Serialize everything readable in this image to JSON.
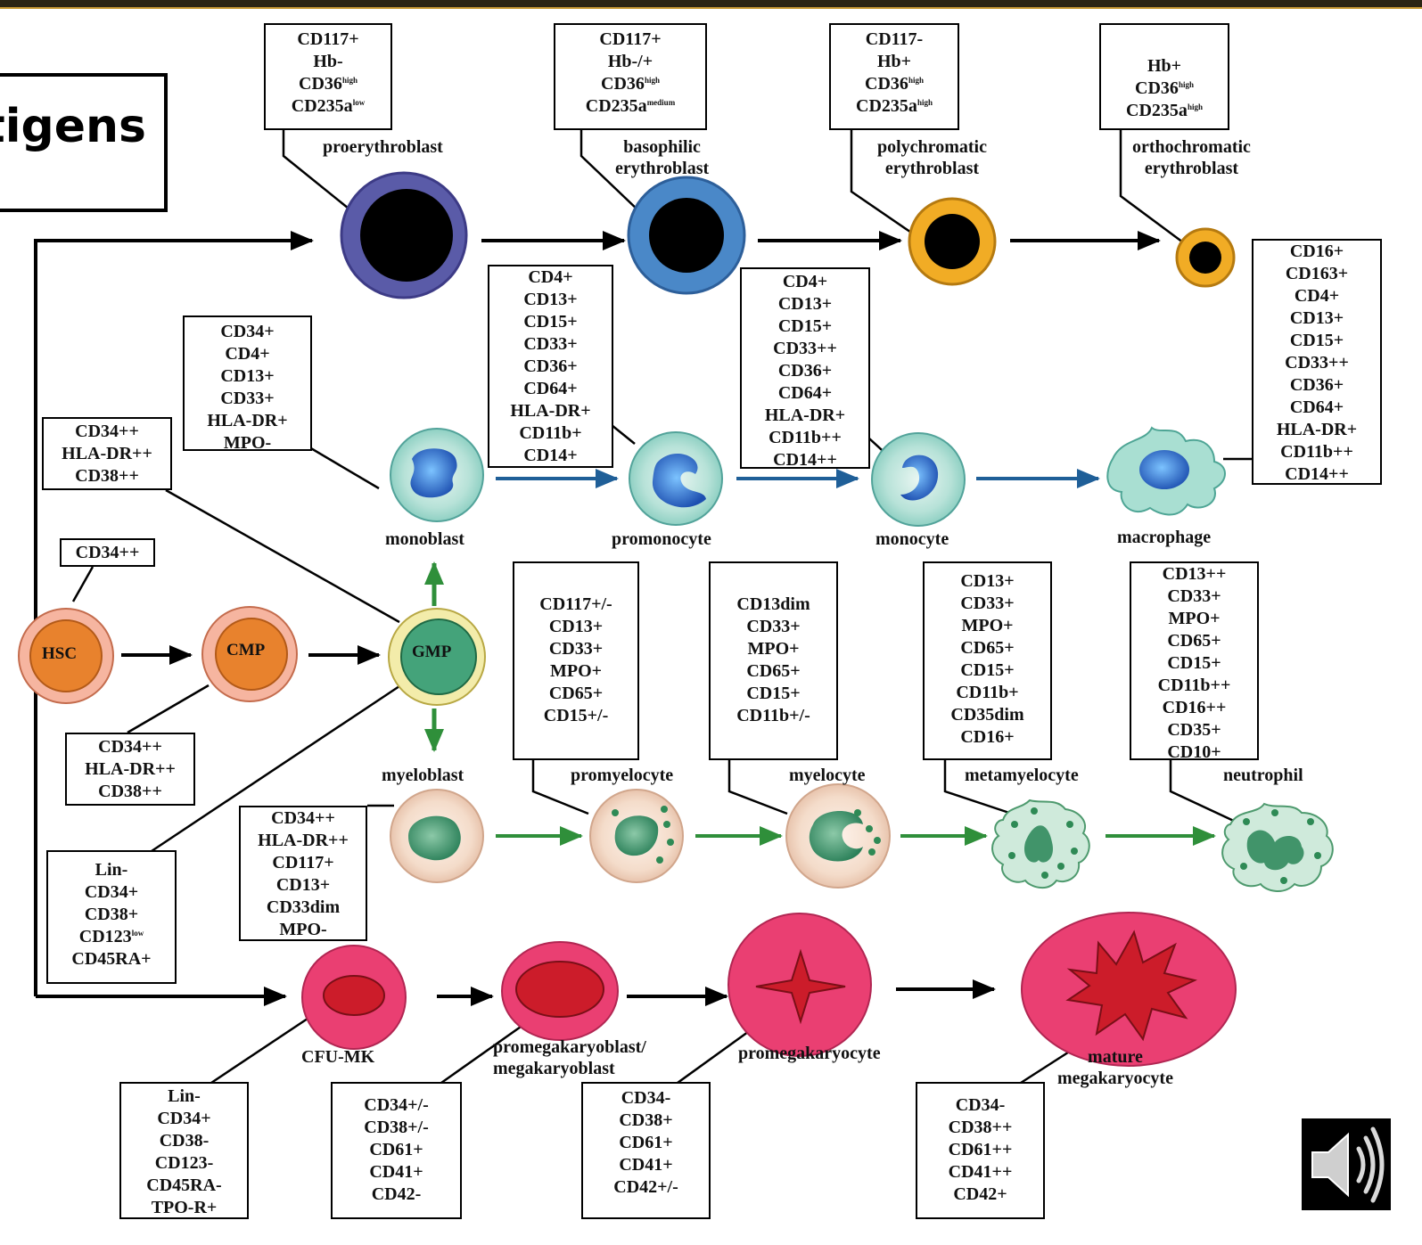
{
  "title": "tigens",
  "nodes": [
    {
      "id": "proerythroblast",
      "label": [
        "proerythroblast"
      ],
      "markers": [
        "CD117+",
        "Hb-",
        "CD36|high",
        "CD235a|low"
      ]
    },
    {
      "id": "basophilic-erythroblast",
      "label": [
        "basophilic",
        "erythroblast"
      ],
      "markers": [
        "CD117+",
        "Hb-/+",
        "CD36|high",
        "CD235a|medium"
      ]
    },
    {
      "id": "polychromatic-erythroblast",
      "label": [
        "polychromatic",
        "erythroblast"
      ],
      "markers": [
        "CD117-",
        "Hb+",
        "CD36|high",
        "CD235a|high"
      ]
    },
    {
      "id": "orthochromatic-erythroblast",
      "label": [
        "orthochromatic",
        "erythroblast"
      ],
      "markers": [
        "Hb+",
        "CD36|high",
        "CD235a|high"
      ]
    },
    {
      "id": "monoblast",
      "label": [
        "monoblast"
      ],
      "markers": [
        "CD34+",
        "CD4+",
        "CD13+",
        "CD33+",
        "HLA-DR+",
        "MPO-"
      ]
    },
    {
      "id": "promonocyte",
      "label": [
        "promonocyte"
      ],
      "markers": [
        "CD4+",
        "CD13+",
        "CD15+",
        "CD33+",
        "CD36+",
        "CD64+",
        "HLA-DR+",
        "CD11b+",
        "CD14+"
      ]
    },
    {
      "id": "monocyte",
      "label": [
        "monocyte"
      ],
      "markers": [
        "CD4+",
        "CD13+",
        "CD15+",
        "CD33++",
        "CD36+",
        "CD64+",
        "HLA-DR+",
        "CD11b++",
        "CD14++"
      ]
    },
    {
      "id": "macrophage",
      "label": [
        "macrophage"
      ],
      "markers": [
        "CD16+",
        "CD163+",
        "CD4+",
        "CD13+",
        "CD15+",
        "CD33++",
        "CD36+",
        "CD64+",
        "HLA-DR+",
        "CD11b++",
        "CD14++"
      ]
    },
    {
      "id": "hsc",
      "label": [
        "HSC"
      ],
      "markers": [
        "CD34++"
      ]
    },
    {
      "id": "cmp",
      "label": [
        "CMP"
      ],
      "markers": [
        "CD34++",
        "HLA-DR++",
        "CD38++"
      ]
    },
    {
      "id": "gmp",
      "label": [
        "GMP"
      ],
      "markers": [
        "Lin-",
        "CD34+",
        "CD38+",
        "CD123|low",
        "CD45RA+"
      ]
    },
    {
      "id": "cmp-gmp-shared",
      "label": [],
      "markers": [
        "CD34++",
        "HLA-DR++",
        "CD38++"
      ]
    },
    {
      "id": "myeloblast",
      "label": [
        "myeloblast"
      ],
      "markers": [
        "CD34++",
        "HLA-DR++",
        "CD117+",
        "CD13+",
        "CD33dim",
        "MPO-"
      ]
    },
    {
      "id": "promyelocyte",
      "label": [
        "promyelocyte"
      ],
      "markers": [
        "CD117+/-",
        "CD13+",
        "CD33+",
        "MPO+",
        "CD65+",
        "CD15+/-"
      ]
    },
    {
      "id": "myelocyte",
      "label": [
        "myelocyte"
      ],
      "markers": [
        "CD13dim",
        "CD33+",
        "MPO+",
        "CD65+",
        "CD15+",
        "CD11b+/-"
      ]
    },
    {
      "id": "metamyelocyte",
      "label": [
        "metamyelocyte"
      ],
      "markers": [
        "CD13+",
        "CD33+",
        "MPO+",
        "CD65+",
        "CD15+",
        "CD11b+",
        "CD35dim",
        "CD16+"
      ]
    },
    {
      "id": "neutrophil",
      "label": [
        "neutrophil"
      ],
      "markers": [
        "CD13++",
        "CD33+",
        "MPO+",
        "CD65+",
        "CD15+",
        "CD11b++",
        "CD16++",
        "CD35+",
        "CD10+"
      ]
    },
    {
      "id": "cfu-mk",
      "label": [
        "CFU-MK"
      ],
      "markers": [
        "Lin-",
        "CD34+",
        "CD38-",
        "CD123-",
        "CD45RA-",
        "TPO-R+"
      ]
    },
    {
      "id": "promegakaryoblast",
      "label": [
        "promegakaryoblast/",
        "megakaryoblast"
      ],
      "markers": [
        "CD34+/-",
        "CD38+/-",
        "CD61+",
        "CD41+",
        "CD42-"
      ]
    },
    {
      "id": "promegakaryocyte",
      "label": [
        "promegakaryocyte"
      ],
      "markers": [
        "CD34-",
        "CD38+",
        "CD61+",
        "CD41+",
        "CD42+/-"
      ]
    },
    {
      "id": "mature-megakaryocyte",
      "label": [
        "mature",
        "megakaryocyte"
      ],
      "markers": [
        "CD34-",
        "CD38++",
        "CD61++",
        "CD41++",
        "CD42+"
      ]
    }
  ]
}
